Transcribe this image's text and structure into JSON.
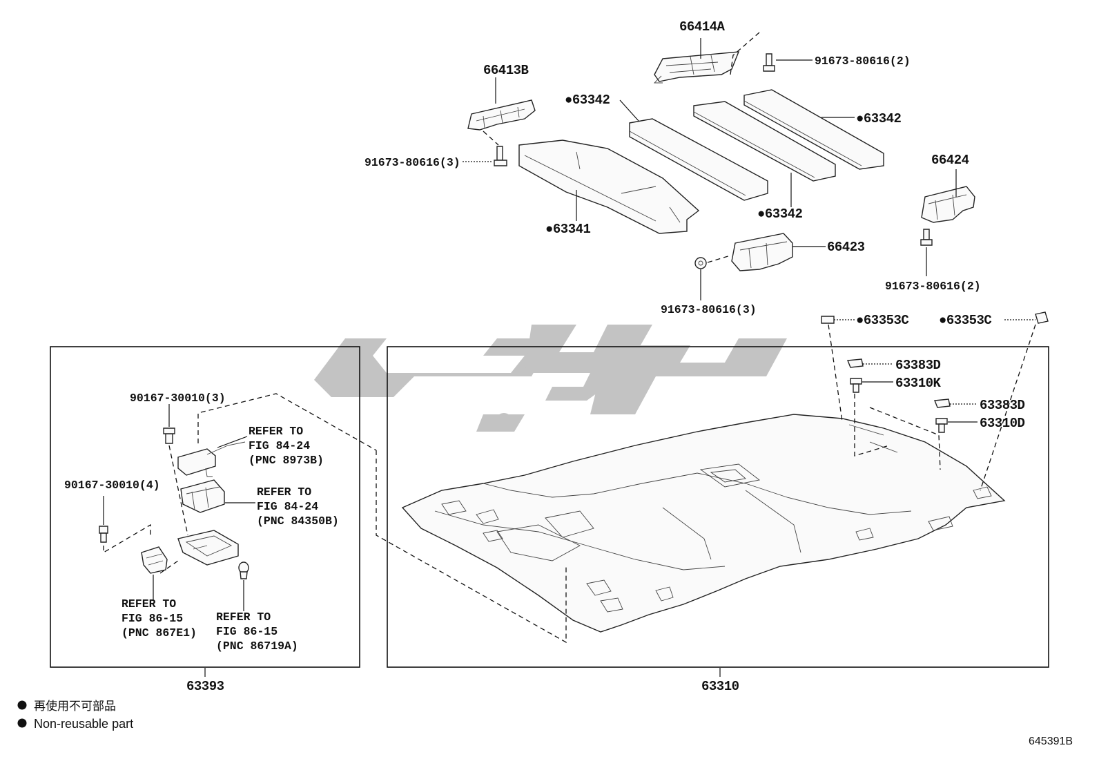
{
  "diagram": {
    "figure_code": "645391B",
    "parts": [
      {
        "id": "p66414A",
        "label": "66414A"
      },
      {
        "id": "p66413B",
        "label": "66413B"
      },
      {
        "id": "p63342a",
        "label": "63342",
        "non_reusable": true
      },
      {
        "id": "p63342b",
        "label": "63342",
        "non_reusable": true
      },
      {
        "id": "p63342c",
        "label": "63342",
        "non_reusable": true
      },
      {
        "id": "p63341",
        "label": "63341",
        "non_reusable": true
      },
      {
        "id": "p66424",
        "label": "66424"
      },
      {
        "id": "p66423",
        "label": "66423"
      },
      {
        "id": "p63353Ca",
        "label": "63353C",
        "non_reusable": true
      },
      {
        "id": "p63353Cb",
        "label": "63353C",
        "non_reusable": true
      },
      {
        "id": "p63383Da",
        "label": "63383D"
      },
      {
        "id": "p63383Db",
        "label": "63383D"
      },
      {
        "id": "p63310K",
        "label": "63310K"
      },
      {
        "id": "p63310D",
        "label": "63310D"
      },
      {
        "id": "p63393",
        "label": "63393"
      },
      {
        "id": "p63310",
        "label": "63310"
      }
    ],
    "fasteners": [
      {
        "id": "f1",
        "label": "91673-80616(2)"
      },
      {
        "id": "f2",
        "label": "91673-80616(3)"
      },
      {
        "id": "f3",
        "label": "91673-80616(3)"
      },
      {
        "id": "f4",
        "label": "91673-80616(2)"
      },
      {
        "id": "f5",
        "label": "90167-30010(3)"
      },
      {
        "id": "f6",
        "label": "90167-30010(4)"
      }
    ],
    "references": [
      {
        "id": "r1",
        "lines": [
          "REFER TO",
          "FIG 84-24",
          "(PNC 8973B)"
        ]
      },
      {
        "id": "r2",
        "lines": [
          "REFER TO",
          "FIG 84-24",
          "(PNC 84350B)"
        ]
      },
      {
        "id": "r3",
        "lines": [
          "REFER TO",
          "FIG 86-15",
          "(PNC 867E1)"
        ]
      },
      {
        "id": "r4",
        "lines": [
          "REFER TO",
          "FIG 86-15",
          "(PNC 86719A)"
        ]
      }
    ],
    "legend": {
      "symbol": "●",
      "line_jp": "再使用不可部品",
      "line_en": "Non-reusable part"
    }
  }
}
